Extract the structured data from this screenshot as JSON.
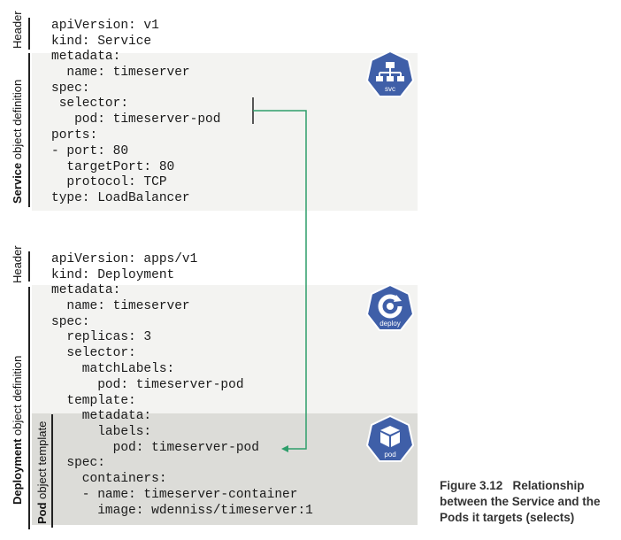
{
  "labels": {
    "header_top": "Header",
    "service_bold": "Service",
    "service_rest": " object definition",
    "header_bottom": "Header",
    "deployment_bold": "Deployment",
    "deployment_rest": " object definition",
    "pod_bold": "Pod",
    "pod_rest": " object template"
  },
  "service_header_lines": [
    "apiVersion: v1",
    "kind: Service"
  ],
  "service_body_lines": [
    "metadata:",
    "  name: timeserver",
    "spec:",
    " selector:",
    "   pod: timeserver-pod",
    "ports:",
    "- port: 80",
    "  targetPort: 80",
    "  protocol: TCP",
    "type: LoadBalancer"
  ],
  "deploy_header_lines": [
    "apiVersion: apps/v1",
    "kind: Deployment"
  ],
  "deploy_body_lines": [
    "metadata:",
    "  name: timeserver",
    "spec:",
    "  replicas: 3",
    "  selector:",
    "    matchLabels:",
    "      pod: timeserver-pod",
    "  template:"
  ],
  "pod_lines": [
    "    metadata:",
    "      labels:",
    "        pod: timeserver-pod",
    "  spec:",
    "    containers:",
    "    - name: timeserver-container",
    "      image: wdenniss/timeserver:1"
  ],
  "icons": {
    "svc_label": "svc",
    "deploy_label": "deploy",
    "pod_label": "pod"
  },
  "caption": {
    "number": "Figure 3.12",
    "text": "Relationship between the Service and the Pods it targets (selects)"
  },
  "colors": {
    "connector": "#2e9e6a",
    "badge": "#3f5fa8"
  }
}
